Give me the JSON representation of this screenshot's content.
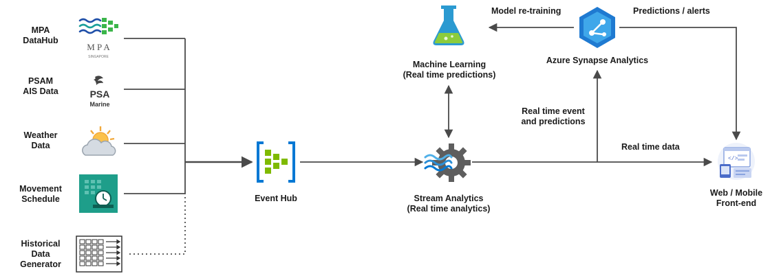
{
  "sources": [
    {
      "id": "mpa",
      "label_lines": [
        "MPA",
        "DataHub"
      ],
      "icon": "mpa-logo",
      "logo_text": "M P A",
      "logo_subtext": "SINGAPORE"
    },
    {
      "id": "psam",
      "label_lines": [
        "PSAM",
        "AIS Data"
      ],
      "icon": "psa-marine-logo",
      "logo_text": "PSA",
      "logo_subtext": "Marine"
    },
    {
      "id": "weather",
      "label_lines": [
        "Weather",
        "Data"
      ],
      "icon": "sun-cloud-icon"
    },
    {
      "id": "movement",
      "label_lines": [
        "Movement",
        "Schedule"
      ],
      "icon": "calendar-clock-icon"
    },
    {
      "id": "historical",
      "label_lines": [
        "Historical",
        "Data",
        "Generator"
      ],
      "icon": "data-generator-icon"
    }
  ],
  "event_hub": {
    "label": "Event Hub",
    "icon": "event-hub-icon"
  },
  "stream_analytics": {
    "label_lines": [
      "Stream Analytics",
      "(Real time analytics)"
    ],
    "icon": "stream-analytics-gear-icon"
  },
  "machine_learning": {
    "label_lines": [
      "Machine Learning",
      "(Real time predictions)"
    ],
    "icon": "flask-icon"
  },
  "synapse": {
    "label": "Azure Synapse Analytics",
    "icon": "synapse-icon"
  },
  "frontend": {
    "label_lines": [
      "Web / Mobile",
      "Front-end"
    ],
    "icon": "web-app-icon"
  },
  "edges": {
    "retraining": "Model re-training",
    "predictions_alerts": "Predictions / alerts",
    "realtime_event_lines": [
      "Real time event",
      "and predictions"
    ],
    "realtime_data": "Real time data"
  },
  "colors": {
    "line": "#4a4a4a",
    "azure_blue": "#0078d4",
    "azure_green": "#7fba00",
    "flask_teal": "#2b9ad1",
    "gear_gray": "#5e5e5e",
    "movement_bg": "#1e9e8a",
    "mpa_teal": "#1a9e9a"
  }
}
